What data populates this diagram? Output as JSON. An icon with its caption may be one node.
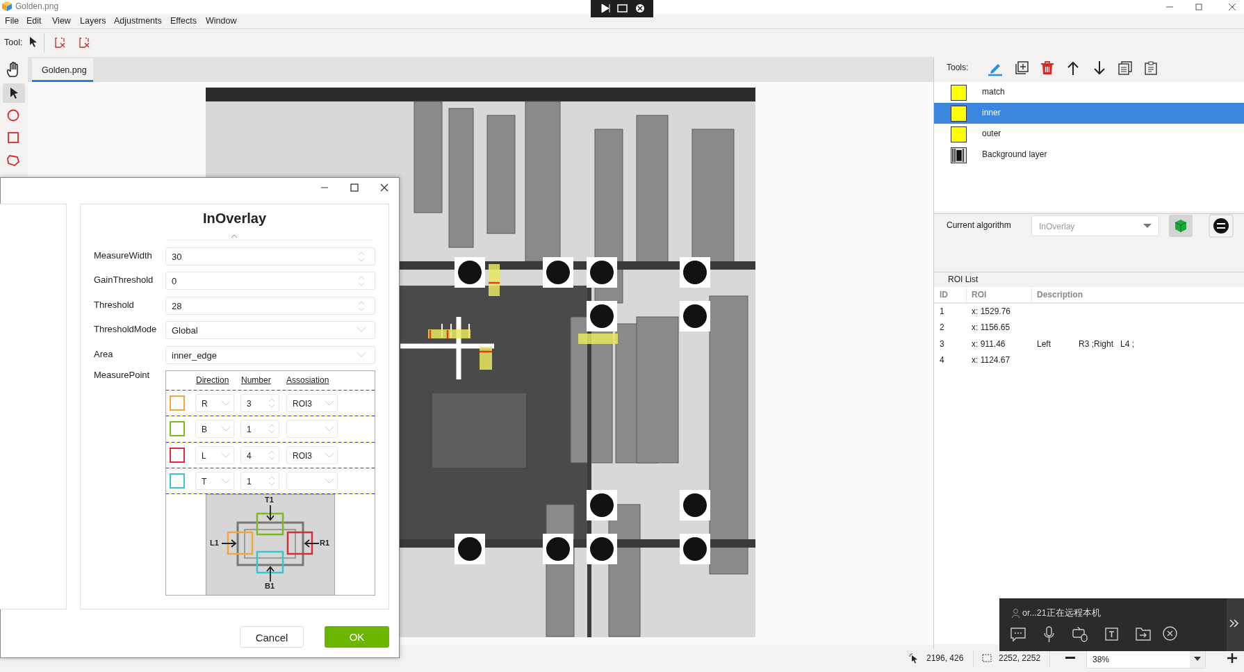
{
  "diagram": {
    "labels": [
      "Golden.png",
      "File",
      "Edit",
      "View",
      "Layers",
      "Adjustments",
      "Effects",
      "Window",
      "Tool:",
      "Golden.png",
      "InOverlay",
      "MeasureWidth",
      "30",
      "GainThreshold",
      "0",
      "Threshold",
      "28",
      "ThresholdMode",
      "Global",
      "Area",
      "inner_edge",
      "MeasurePoint",
      "Direction",
      "Number",
      "Assosiation",
      "R",
      "3",
      "ROI3",
      "B",
      "1",
      "L",
      "4",
      "ROI3",
      "T",
      "1",
      "T1",
      "L1",
      "R1",
      "B1",
      "Cancel",
      "OK",
      "Tools:",
      "match",
      "inner",
      "outer",
      "Background layer",
      "Current algorithm",
      "InOverlay",
      "ROI List",
      "ID",
      "ROI",
      "Description",
      "1",
      "x: 1529.76",
      "2",
      "x: 1156.65",
      "3",
      "x: 911.46",
      "Left",
      "R3 ;Right",
      "L4 ;",
      "4",
      "x: 1124.67",
      "or...21正在远程本机",
      "2196, 426",
      "2252, 2252",
      "38%"
    ]
  }
}
